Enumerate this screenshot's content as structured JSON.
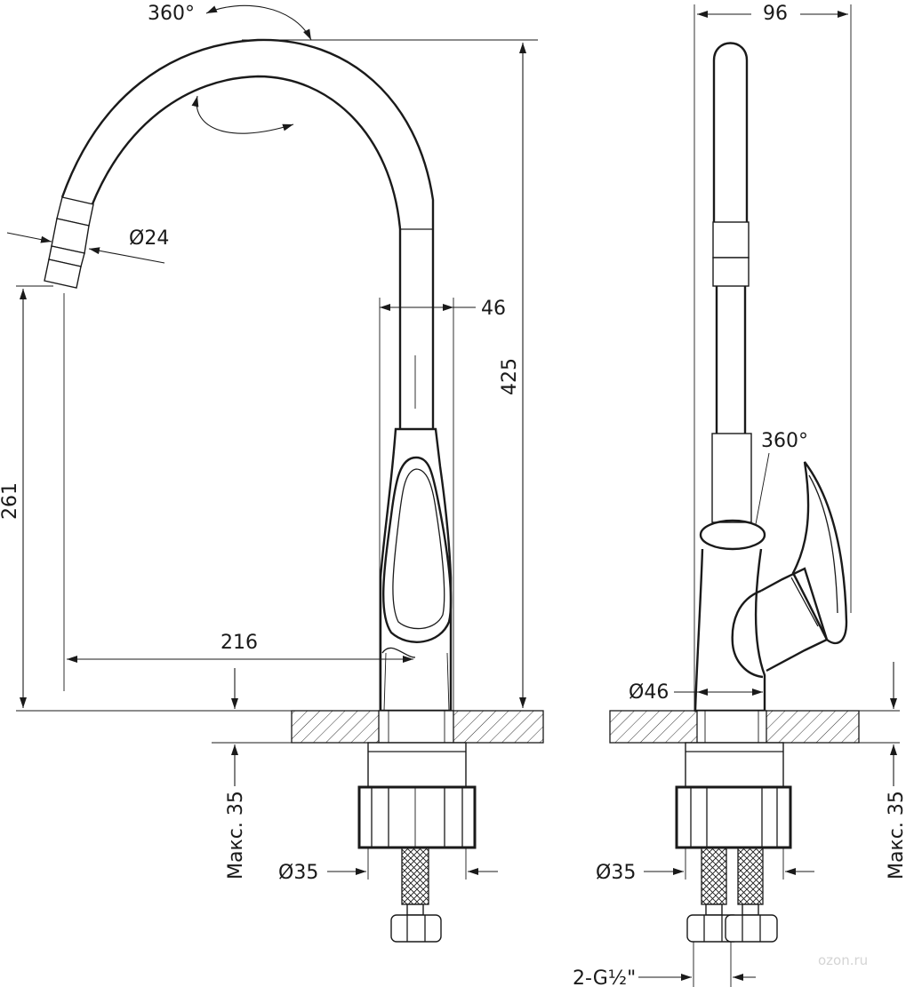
{
  "labels": {
    "rotation_top": "360°",
    "rotation_side": "360°",
    "width_side": "96",
    "aerator_diameter": "Ø24",
    "spout_width": "46",
    "total_height": "425",
    "spout_height": "261",
    "reach": "216",
    "base_diameter_side": "Ø46",
    "mount_diameter_front": "Ø35",
    "mount_diameter_side": "Ø35",
    "max_thickness_front": "Макс. 35",
    "max_thickness_side": "Макс. 35",
    "connection": "2-G½\""
  },
  "watermark": "ozon.ru"
}
